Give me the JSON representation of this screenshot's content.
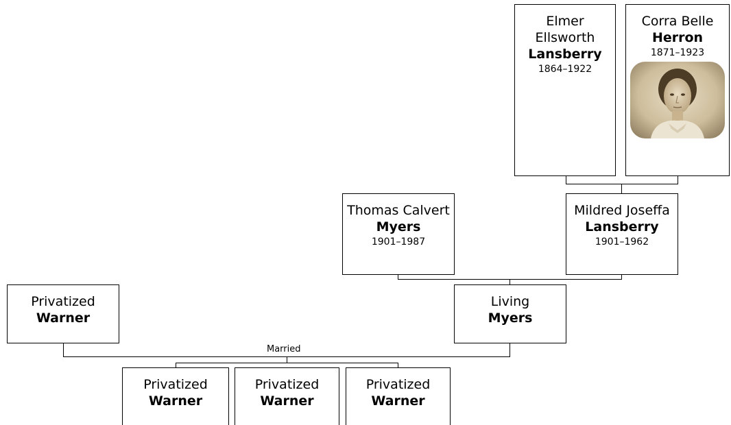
{
  "people": {
    "elmer": {
      "given": "Elmer Ellsworth",
      "surname": "Lansberry",
      "dates": "1864–1922"
    },
    "corra": {
      "given": "Corra Belle",
      "surname": "Herron",
      "dates": "1871–1923",
      "photo": "portrait-photo"
    },
    "thomas": {
      "given": "Thomas Calvert",
      "surname": "Myers",
      "dates": "1901–1987"
    },
    "mildred": {
      "given": "Mildred Joseffa",
      "surname": "Lansberry",
      "dates": "1901–1962"
    },
    "living": {
      "given": "Living",
      "surname": "Myers"
    },
    "spouse": {
      "given": "Privatized",
      "surname": "Warner"
    },
    "child1": {
      "given": "Privatized",
      "surname": "Warner"
    },
    "child2": {
      "given": "Privatized",
      "surname": "Warner"
    },
    "child3": {
      "given": "Privatized",
      "surname": "Warner"
    }
  },
  "relationship_label": "Married"
}
